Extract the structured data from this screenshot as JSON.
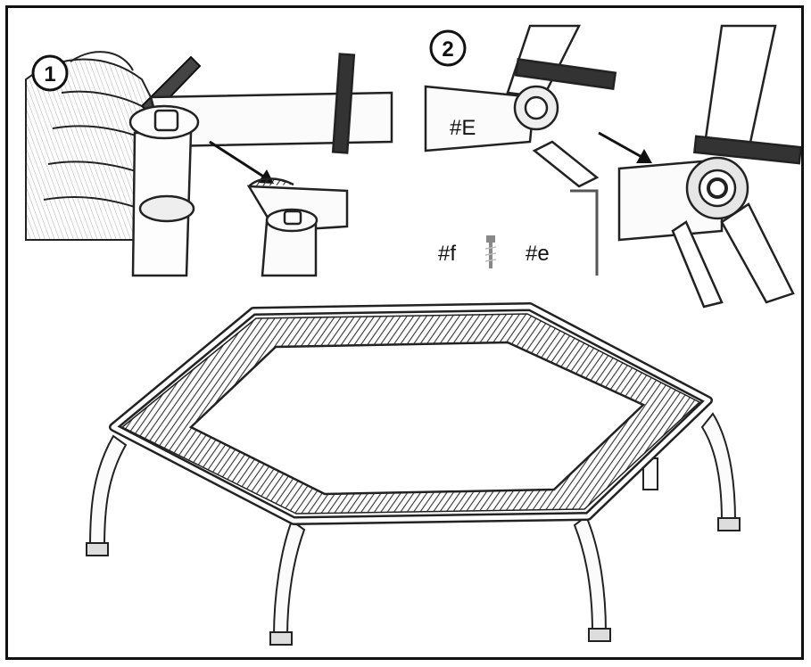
{
  "steps": {
    "step1": {
      "number": "1"
    },
    "step2": {
      "number": "2",
      "part_label": "#E"
    }
  },
  "hardware": {
    "bolt_label": "#f",
    "nut_label": "#e"
  }
}
